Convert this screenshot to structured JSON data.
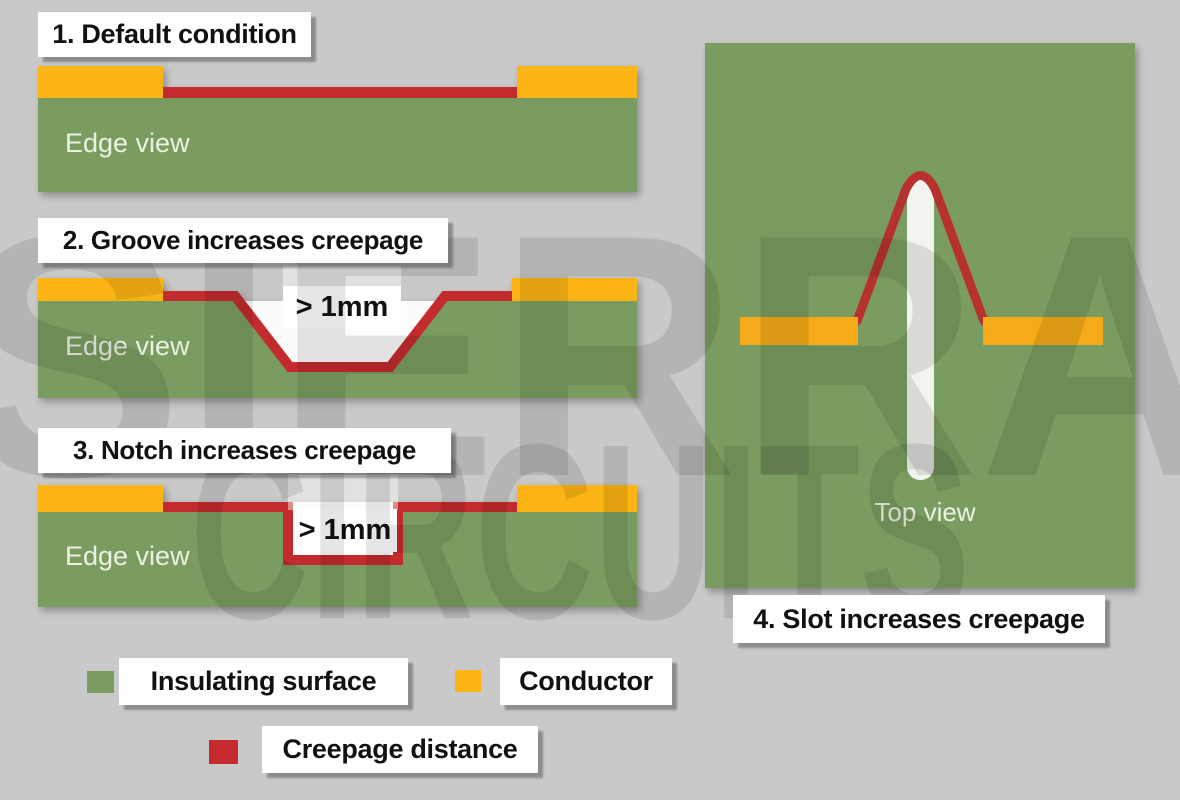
{
  "watermark": {
    "line1": "SIERRA",
    "line2": "CIRCUITS"
  },
  "panels": [
    {
      "title": "1. Default condition",
      "view_label": "Edge view"
    },
    {
      "title": "2. Groove increases creepage",
      "view_label": "Edge view",
      "dimension_label": "> 1mm"
    },
    {
      "title": "3. Notch increases creepage",
      "view_label": "Edge view",
      "dimension_label": "> 1mm"
    },
    {
      "title": "4. Slot increases creepage",
      "view_label": "Top view"
    }
  ],
  "legend": {
    "items": [
      {
        "label": "Insulating surface",
        "swatch_color": "#7b9c60"
      },
      {
        "label": "Conductor",
        "swatch_color": "#fcb515"
      },
      {
        "label": "Creepage distance",
        "swatch_color": "#c32b2e"
      }
    ]
  },
  "colors": {
    "background": "#c9c9c9",
    "insulating_surface": "#7b9c60",
    "conductor": "#fcb515",
    "creepage_distance": "#c32b2e",
    "slot_fill": "#f2f4f0",
    "caption_background": "#ffffff",
    "caption_text": "#111111",
    "view_label_text": "#eaf2e2",
    "watermark_tint": "rgba(0,0,0,0.10)"
  }
}
